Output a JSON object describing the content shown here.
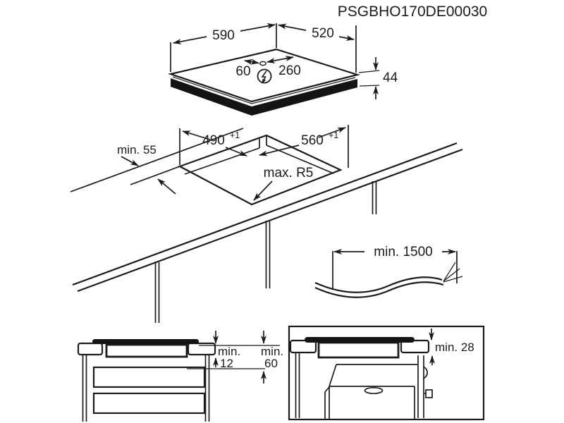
{
  "title": "PSGBHO170DE00030",
  "colors": {
    "line": "#1b1b1b",
    "background": "#ffffff",
    "hob_body_fill": "#141414"
  },
  "top_view": {
    "description": "isometric hob with dimensions",
    "width": "590",
    "depth": "520",
    "height": "44",
    "cable_left": "60",
    "cable_right": "260",
    "power_icon": "lightning-in-circle"
  },
  "cutout_view": {
    "description": "worktop cutout dimensions",
    "front_distance": "min. 55",
    "width": "490",
    "width_tolerance": "+1",
    "depth": "560",
    "depth_tolerance": "+1",
    "corner_radius": "max. R5"
  },
  "cable_view": {
    "length": "min. 1500"
  },
  "side_view": {
    "dim1_prefix": "min.",
    "dim1_value": "12",
    "dim2_prefix": "min.",
    "dim2_value": "60"
  },
  "oven_view": {
    "clearance": "min. 28"
  }
}
